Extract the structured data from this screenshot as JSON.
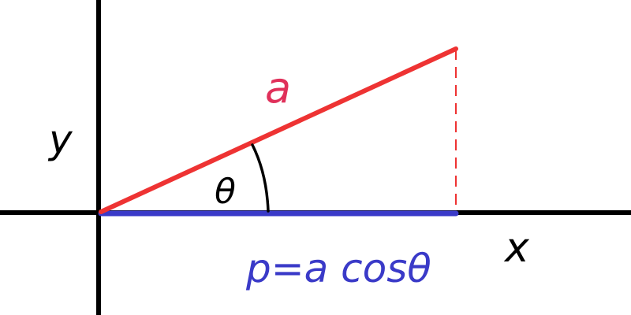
{
  "labels": {
    "y_axis": "y",
    "x_axis": "x",
    "vector": "a",
    "angle": "θ",
    "projection": "p=a cosθ"
  },
  "colors": {
    "axes": "#000000",
    "vector": "#ee3333",
    "projection": "#3a3ac8",
    "vector_label": "#e0305a",
    "dashed_drop": "#ee3333"
  }
}
